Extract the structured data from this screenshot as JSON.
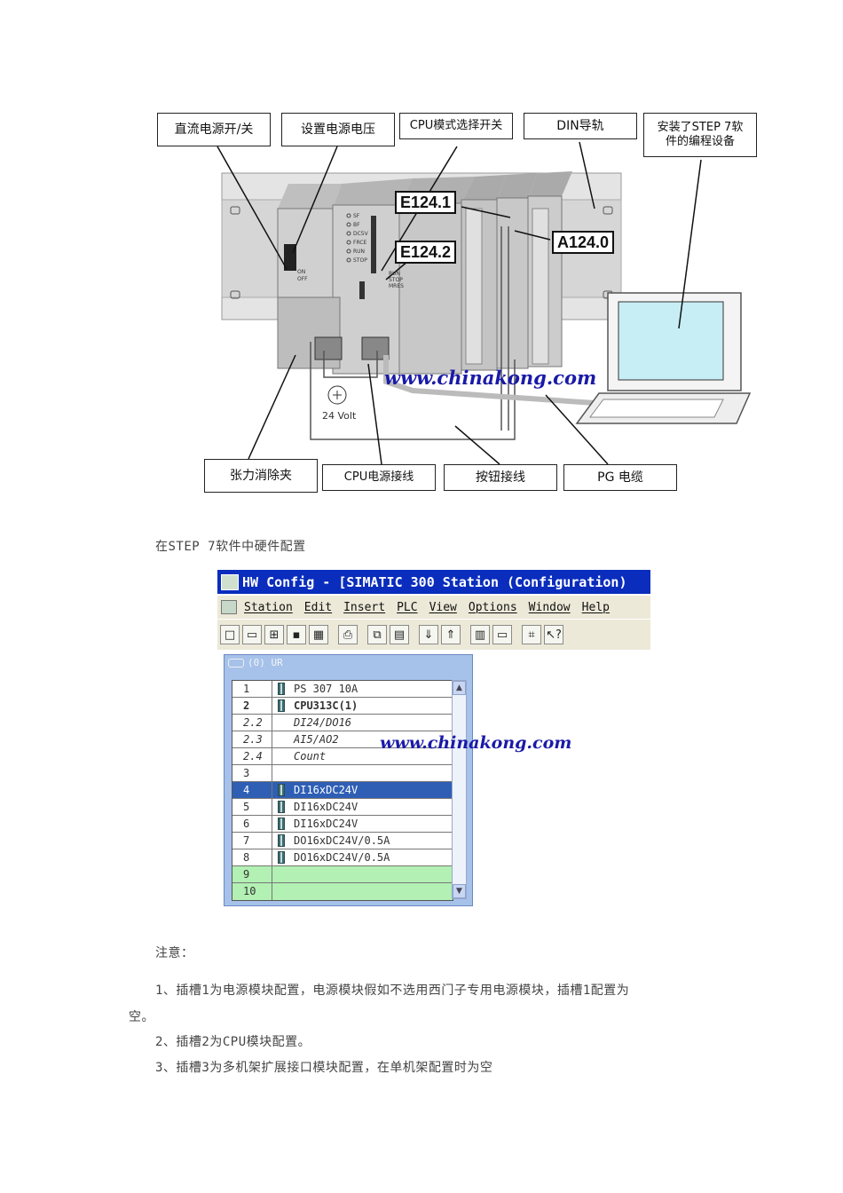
{
  "figure1": {
    "callouts": {
      "dc_switch": "直流电源开/关",
      "voltage": "设置电源电压",
      "mode_switch": "CPU模式选择开关",
      "din_rail": "DIN导轨",
      "pg_line1": "安装了STEP 7软",
      "pg_line2": "件的编程设备",
      "strain": "张力消除夹",
      "cpu_wiring": "CPU电源接线",
      "button_wiring": "按钮接线",
      "pg_cable": "PG 电缆"
    },
    "tags": {
      "e1241": "E124.1",
      "e1242": "E124.2",
      "a1240": "A124.0"
    },
    "psu_labels": [
      "ON",
      "OFF"
    ],
    "cpu_leds": [
      "SF",
      "BF",
      "DC5V",
      "FRCE",
      "RUN",
      "STOP"
    ],
    "cpu_switch": [
      "RUN",
      "STOP",
      "MRES"
    ],
    "voltage_label": "24 Volt",
    "watermark": "www.chinakong.com"
  },
  "caption": "在STEP 7软件中硬件配置",
  "hwconfig": {
    "title": "HW Config - [SIMATIC 300 Station (Configuration)",
    "menu": [
      "Station",
      "Edit",
      "Insert",
      "PLC",
      "View",
      "Options",
      "Window",
      "Help"
    ],
    "rack_title": "(0) UR",
    "watermark": "www.chinakong.com",
    "rows": [
      {
        "slot": "1",
        "module": "PS 307 10A",
        "style": "normal"
      },
      {
        "slot": "2",
        "module": "CPU313C(1)",
        "style": "bold"
      },
      {
        "slot": "2.2",
        "module": "DI24/DO16",
        "style": "italic"
      },
      {
        "slot": "2.3",
        "module": "AI5/AO2",
        "style": "italic"
      },
      {
        "slot": "2.4",
        "module": "Count",
        "style": "italic"
      },
      {
        "slot": "3",
        "module": "",
        "style": "normal"
      },
      {
        "slot": "4",
        "module": "DI16xDC24V",
        "style": "selected"
      },
      {
        "slot": "5",
        "module": "DI16xDC24V",
        "style": "normal"
      },
      {
        "slot": "6",
        "module": "DI16xDC24V",
        "style": "normal"
      },
      {
        "slot": "7",
        "module": "DO16xDC24V/0.5A",
        "style": "normal"
      },
      {
        "slot": "8",
        "module": "DO16xDC24V/0.5A",
        "style": "normal"
      },
      {
        "slot": "9",
        "module": "",
        "style": "green"
      },
      {
        "slot": "10",
        "module": "",
        "style": "green"
      }
    ]
  },
  "notes": {
    "heading": "注意：",
    "item1_line1": "1、插槽1为电源模块配置，电源模块假如不选用西门子专用电源模块，插槽1配置为",
    "item1_line2": "空。",
    "item2": "2、插槽2为CPU模块配置。",
    "item3": "3、插槽3为多机架扩展接口模块配置，在单机架配置时为空"
  }
}
